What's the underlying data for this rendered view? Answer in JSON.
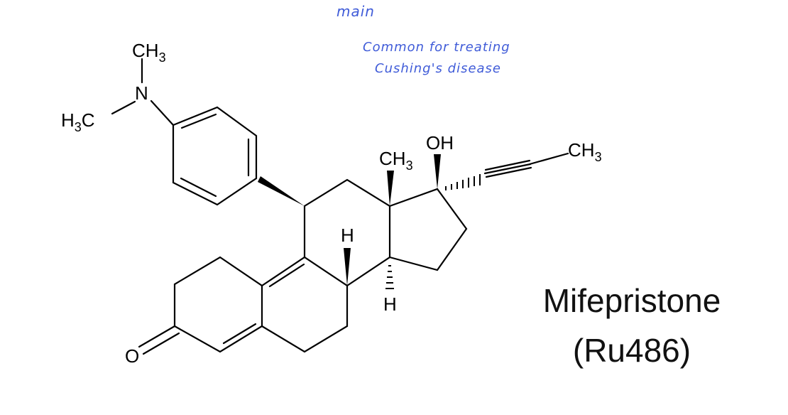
{
  "annotations": {
    "heading": "main",
    "line1": "Common for treating",
    "line2": "Cushing's disease"
  },
  "molecule": {
    "name": "Mifepristone",
    "code": "(Ru486)"
  },
  "atom_labels": {
    "ch3_top": "CH",
    "ch3_top_sub": "3",
    "nitrogen": "N",
    "h3c_left_h": "H",
    "h3c_left_sub": "3",
    "h3c_left_c": "C",
    "ch3_center": "CH",
    "ch3_center_sub": "3",
    "oh": "OH",
    "ch3_right": "CH",
    "ch3_right_sub": "3",
    "h_upper": "H",
    "h_lower": "H",
    "oxygen": "O"
  },
  "colors": {
    "annotation_ink": "#3f5bd8",
    "bond": "#000000"
  }
}
